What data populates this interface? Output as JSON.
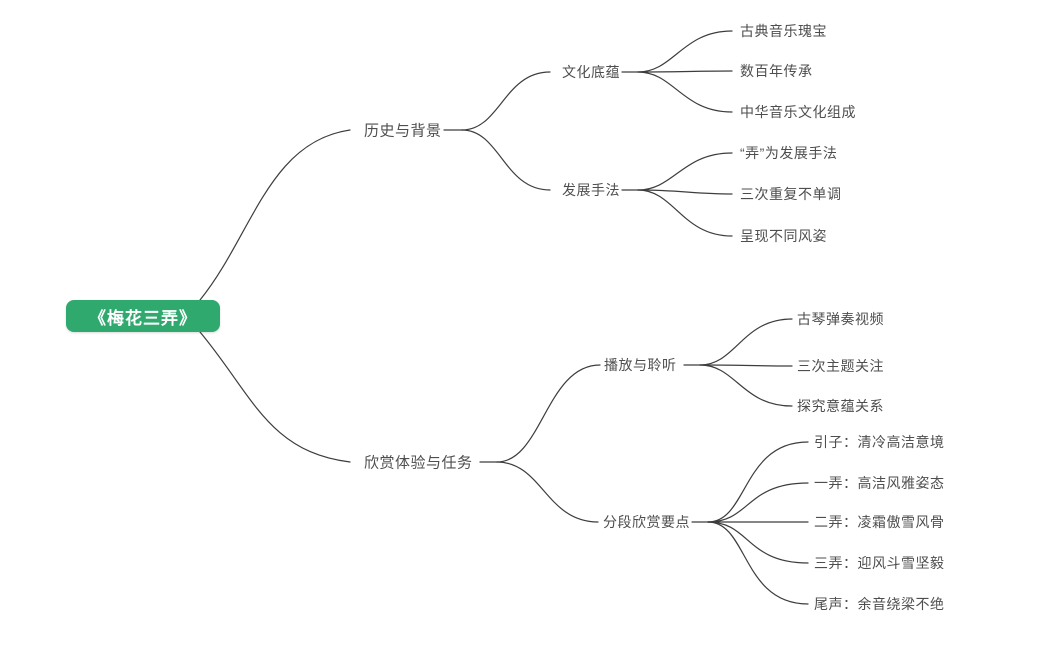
{
  "colors": {
    "background": "#ffffff",
    "line": "#3d3d3d",
    "text": "#4e4e4e",
    "root_bg": "#2fa96e",
    "root_text": "#ffffff"
  },
  "root": {
    "label": "《梅花三弄》"
  },
  "branches": [
    {
      "label": "历史与背景",
      "children": [
        {
          "label": "文化底蕴",
          "children": [
            {
              "label": "古典音乐瑰宝"
            },
            {
              "label": "数百年传承"
            },
            {
              "label": "中华音乐文化组成"
            }
          ]
        },
        {
          "label": "发展手法",
          "children": [
            {
              "label": "“弄”为发展手法"
            },
            {
              "label": "三次重复不单调"
            },
            {
              "label": "呈现不同风姿"
            }
          ]
        }
      ]
    },
    {
      "label": "欣赏体验与任务",
      "children": [
        {
          "label": "播放与聆听",
          "children": [
            {
              "label": "古琴弹奏视频"
            },
            {
              "label": "三次主题关注"
            },
            {
              "label": "探究意蕴关系"
            }
          ]
        },
        {
          "label": "分段欣赏要点",
          "children": [
            {
              "label": "引子：清冷高洁意境"
            },
            {
              "label": "一弄：高洁风雅姿态"
            },
            {
              "label": "二弄：凌霜傲雪风骨"
            },
            {
              "label": "三弄：迎风斗雪坚毅"
            },
            {
              "label": "尾声：余音绕梁不绝"
            }
          ]
        }
      ]
    }
  ]
}
